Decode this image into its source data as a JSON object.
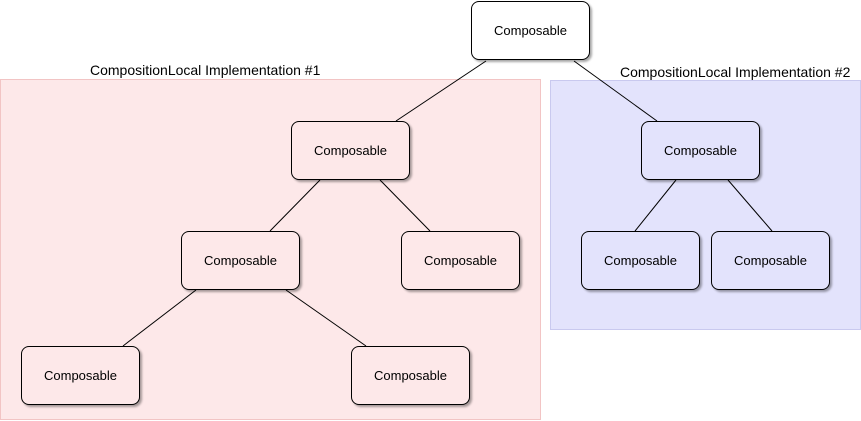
{
  "colors": {
    "region_1_fill": "#fde8e9",
    "region_2_fill": "#e3e3fc",
    "node_white": "#ffffff",
    "node_pink": "#fde8e9",
    "node_lavender": "#e3e3fc",
    "line": "#000000"
  },
  "regions": [
    {
      "label": "CompositionLocal Implementation #1"
    },
    {
      "label": "CompositionLocal Implementation #2"
    }
  ],
  "nodes": [
    {
      "label": "Composable"
    },
    {
      "label": "Composable"
    },
    {
      "label": "Composable"
    },
    {
      "label": "Composable"
    },
    {
      "label": "Composable"
    },
    {
      "label": "Composable"
    },
    {
      "label": "Composable"
    },
    {
      "label": "Composable"
    },
    {
      "label": "Composable"
    }
  ]
}
